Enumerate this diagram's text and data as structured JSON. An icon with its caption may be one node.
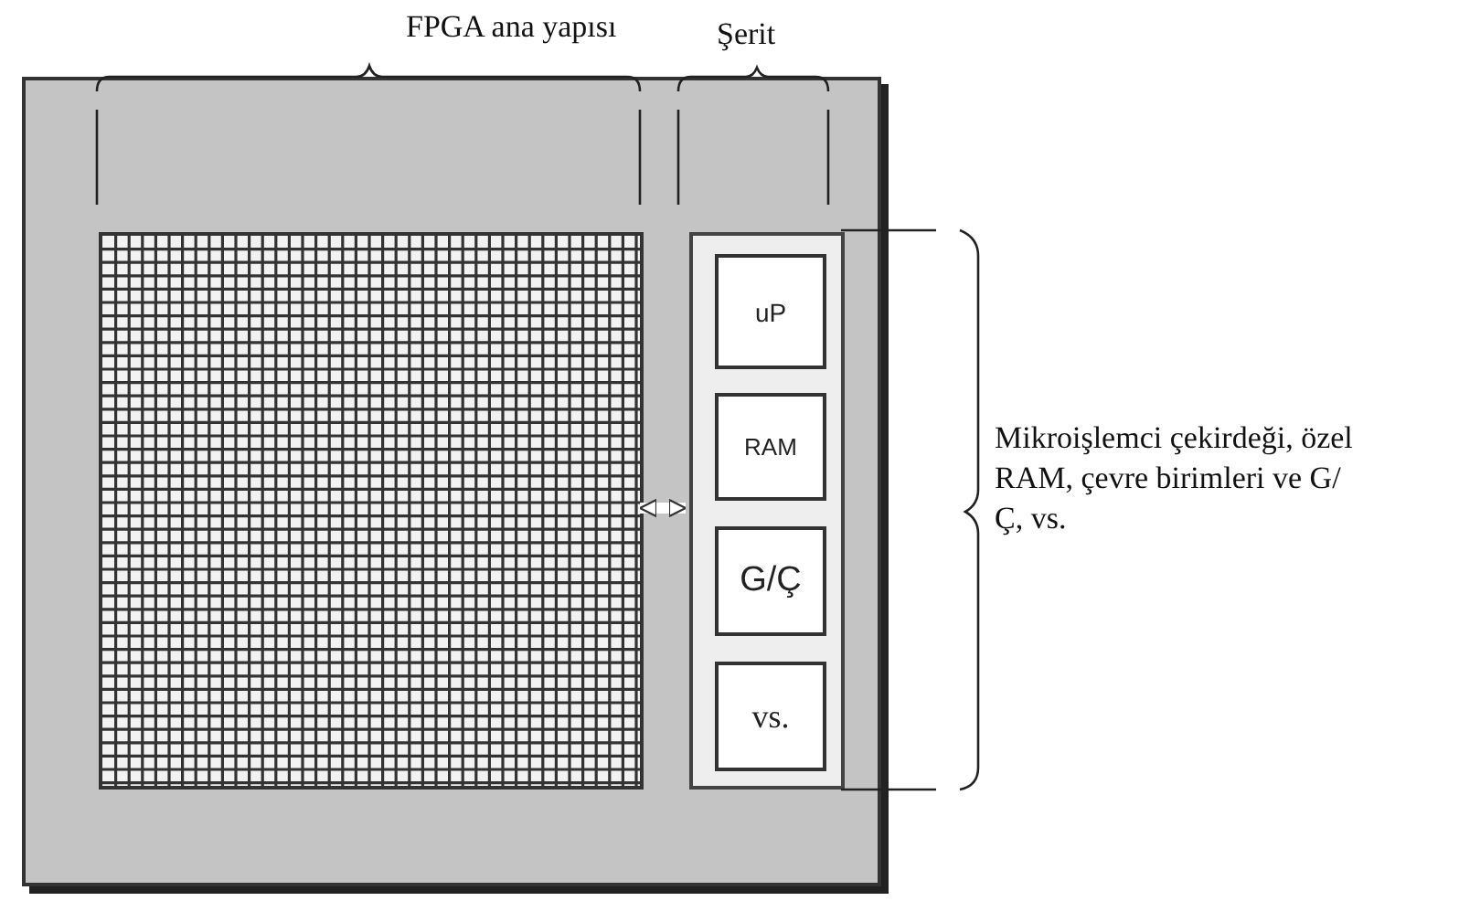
{
  "diagram": {
    "nodes": [
      {
        "text": [],
        "shape": "box"
      },
      {
        "text": [],
        "shape": "box",
        "in": 0
      },
      {
        "text": [],
        "shape": "box",
        "in": 0
      },
      {
        "text": [
          "uP"
        ],
        "in": 2
      },
      {
        "text": [
          "RAM"
        ],
        "in": 2
      },
      {
        "text": [
          "G/Ç"
        ],
        "in": 2
      },
      {
        "text": [
          "vs."
        ],
        "in": 2
      }
    ],
    "edges": [
      {
        "from": 1,
        "to": 2,
        "arrow": "both"
      }
    ],
    "labels": [
      "FPGA ana yapısı",
      "Şerit",
      "Mikroişlemci çekirdeği, özel RAM, çevre birimleri ve G/Ç, vs."
    ]
  }
}
